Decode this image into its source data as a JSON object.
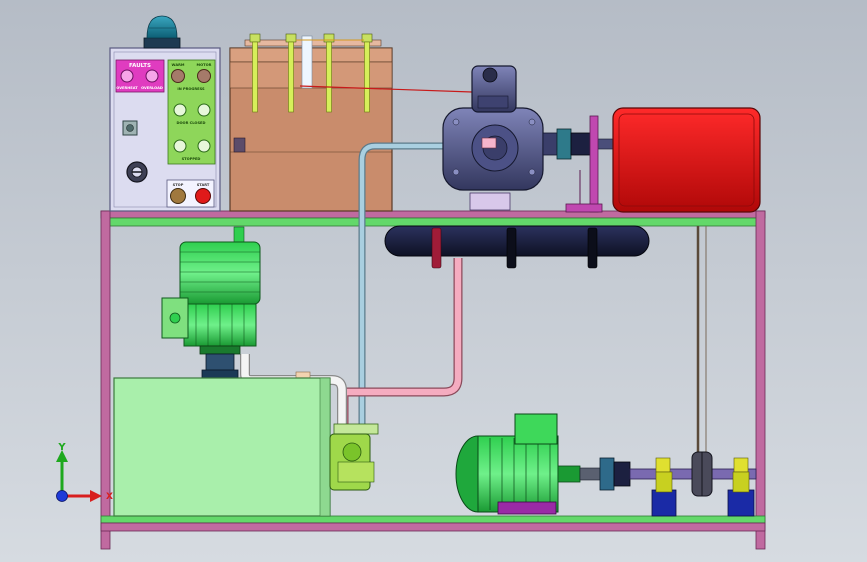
{
  "control_panel": {
    "faults_label": "FAULTS",
    "fault_left_label": "OVERHEAT",
    "fault_right_label": "OVERLOAD",
    "green_top_left_label": "WARM",
    "green_top_right_label": "MOTOR",
    "green_mid_label": "IN PROGRESS",
    "green_lower_label": "DOOR CLOSED",
    "green_bottom_label": "STOPPED",
    "btn_left_label": "STOP",
    "btn_right_label": "START"
  },
  "axes": {
    "y_label": "Y",
    "x_label": "X"
  },
  "colors": {
    "background": "#c4cad2",
    "frame_pink": "#c06aa0",
    "frame_green": "#63d86a",
    "motor_green": "#2fcf4f",
    "tank_green": "#a9efab",
    "red_tank": "#e01212",
    "cabinet_brown": "#c98c6c",
    "pump_blue": "#5a5f94",
    "accumulator_navy": "#1c2140",
    "pipe_blue": "#9fc3d6",
    "pipe_pink": "#f0a0b4",
    "panel_magenta": "#e03cc0",
    "panel_green": "#8ed65a"
  }
}
